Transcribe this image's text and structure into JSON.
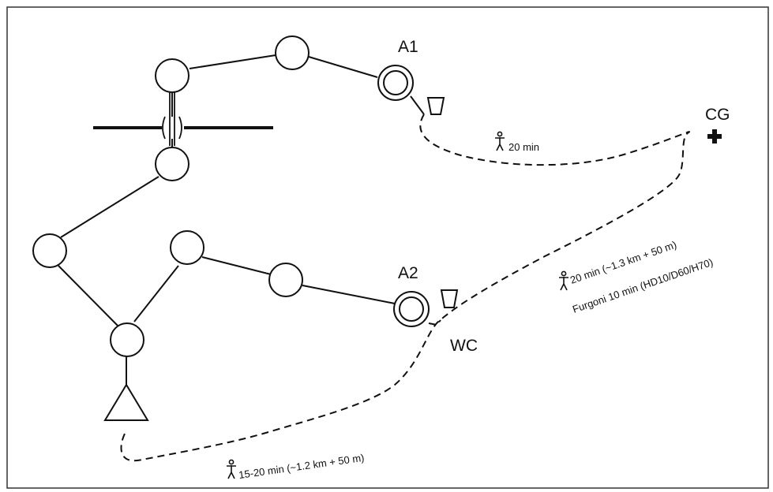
{
  "labels": {
    "a1": "A1",
    "a2": "A2",
    "cg": "CG",
    "wc": "WC"
  },
  "walks": {
    "a1_to_cg": "20 min",
    "a2_to_cg_main": "20 min (~1.3 km + 50 m)",
    "a2_to_cg_bus": "Furgoni  10 min (HD10/D60/H70)",
    "start_to_a2": "15-20 min (~1.2 km + 50 m)"
  },
  "icons": [
    "walker-icon",
    "cup-icon",
    "first-aid-cross-icon",
    "start-triangle-icon"
  ]
}
